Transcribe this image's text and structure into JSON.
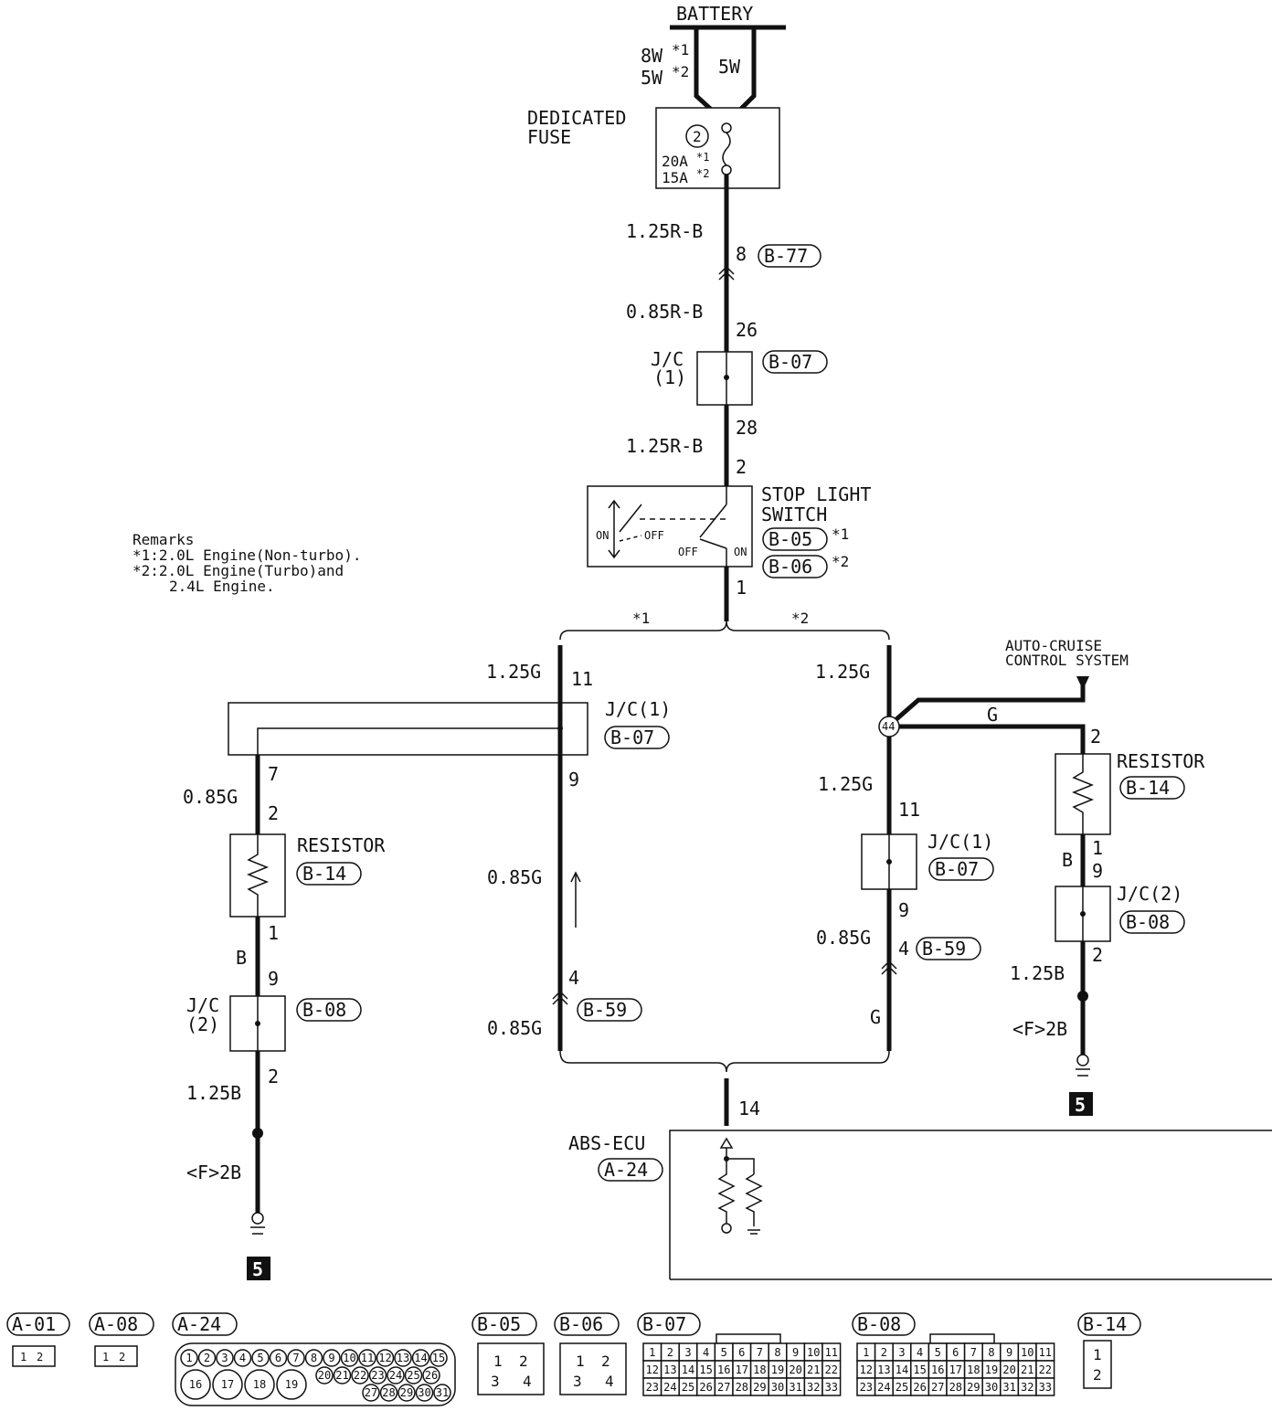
{
  "battery": {
    "label": "BATTERY",
    "wire_left_1": "8W",
    "wire_left_1_note": "*1",
    "wire_left_2": "5W",
    "wire_left_2_note": "*2",
    "wire_right": "5W"
  },
  "fuse": {
    "label_1": "DEDICATED",
    "label_2": "FUSE",
    "number": "2",
    "rating_1": "20A",
    "rating_1_note": "*1",
    "rating_2": "15A",
    "rating_2_note": "*2"
  },
  "top_chain": {
    "wire1": "1.25R-B",
    "pin1": "8",
    "conn1": "B-77",
    "wire2": "0.85R-B",
    "pin2": "26",
    "jc_label_1": "J/C",
    "jc_label_2": "(1)",
    "jc_conn": "B-07",
    "pin3": "28",
    "wire3": "1.25R-B",
    "pin4": "2"
  },
  "stop_switch": {
    "label_1": "STOP LIGHT",
    "label_2": "SWITCH",
    "conn1": "B-05",
    "conn1_note": "*1",
    "conn2": "B-06",
    "conn2_note": "*2",
    "on_left": "ON",
    "off_left": "OFF",
    "off_right": "OFF",
    "on_right": "ON",
    "pin_out": "1"
  },
  "remarks": {
    "title": "Remarks",
    "line1": "*1:2.0L Engine(Non-turbo).",
    "line2": "*2:2.0L Engine(Turbo)and",
    "line3": "2.4L Engine."
  },
  "branch": {
    "left_note": "*1",
    "right_note": "*2"
  },
  "left_branch": {
    "wire_top": "1.25G",
    "pin_11": "11",
    "jc_label": "J/C(1)",
    "jc_conn": "B-07",
    "pin_7": "7",
    "wire_085": "0.85G",
    "pin_2": "2",
    "resistor_label": "RESISTOR",
    "resistor_conn": "B-14",
    "pin_1": "1",
    "wire_b": "B",
    "pin_9": "9",
    "jc2_label_1": "J/C",
    "jc2_label_2": "(2)",
    "jc2_conn": "B-08",
    "pin_2b": "2",
    "wire_125b": "1.25B",
    "ground": "<F>2B",
    "ground_no": "5",
    "pin_9b": "9",
    "wire_mid": "0.85G",
    "pin_4": "4",
    "conn_b59": "B-59",
    "wire_bottom": "0.85G"
  },
  "right_branch": {
    "wire_top": "1.25G",
    "splice": "44",
    "auto_cruise_1": "AUTO-CRUISE",
    "auto_cruise_2": "CONTROL SYSTEM",
    "wire_g": "G",
    "pin_2": "2",
    "resistor_label": "RESISTOR",
    "resistor_conn": "B-14",
    "wire_mid": "1.25G",
    "pin_11": "11",
    "jc_label": "J/C(1)",
    "jc_conn": "B-07",
    "pin_9": "9",
    "wire_085": "0.85G",
    "pin_4": "4",
    "conn_b59": "B-59",
    "wire_g2": "G",
    "pin_1": "1",
    "wire_b": "B",
    "pin_9b": "9",
    "jc2_label": "J/C(2)",
    "jc2_conn": "B-08",
    "pin_2b": "2",
    "wire_125b": "1.25B",
    "ground": "<F>2B",
    "ground_no": "5"
  },
  "ecu": {
    "pin": "14",
    "label": "ABS-ECU",
    "conn": "A-24"
  },
  "connectors": {
    "a01": "A-01",
    "a08": "A-08",
    "a24": "A-24",
    "b05": "B-05",
    "b06": "B-06",
    "b07": "B-07",
    "b08": "B-08",
    "b14": "B-14",
    "pins_a01": [
      "1",
      "2"
    ],
    "pins_a08": [
      "1",
      "2"
    ],
    "pins_a24_row1": [
      "1",
      "2",
      "3",
      "4",
      "5",
      "6",
      "7",
      "8",
      "9",
      "10",
      "11",
      "12",
      "13",
      "14",
      "15"
    ],
    "pins_a24_row2": [
      "16",
      "17",
      "18",
      "19",
      "20",
      "21",
      "22",
      "23",
      "24",
      "25",
      "26"
    ],
    "pins_a24_row3": [
      "27",
      "28",
      "29",
      "30",
      "31"
    ],
    "pins_b05": [
      "1",
      "2",
      "3",
      "4"
    ],
    "pins_b06": [
      "1",
      "2",
      "3",
      "4"
    ],
    "pins_b07_row1": [
      "1",
      "2",
      "3",
      "4",
      "5",
      "6",
      "7",
      "8",
      "9",
      "10",
      "11"
    ],
    "pins_b07_row2": [
      "12",
      "13",
      "14",
      "15",
      "16",
      "17",
      "18",
      "19",
      "20",
      "21",
      "22"
    ],
    "pins_b07_row3": [
      "23",
      "24",
      "25",
      "26",
      "27",
      "28",
      "29",
      "30",
      "31",
      "32",
      "33"
    ],
    "pins_b14": [
      "1",
      "2"
    ]
  }
}
